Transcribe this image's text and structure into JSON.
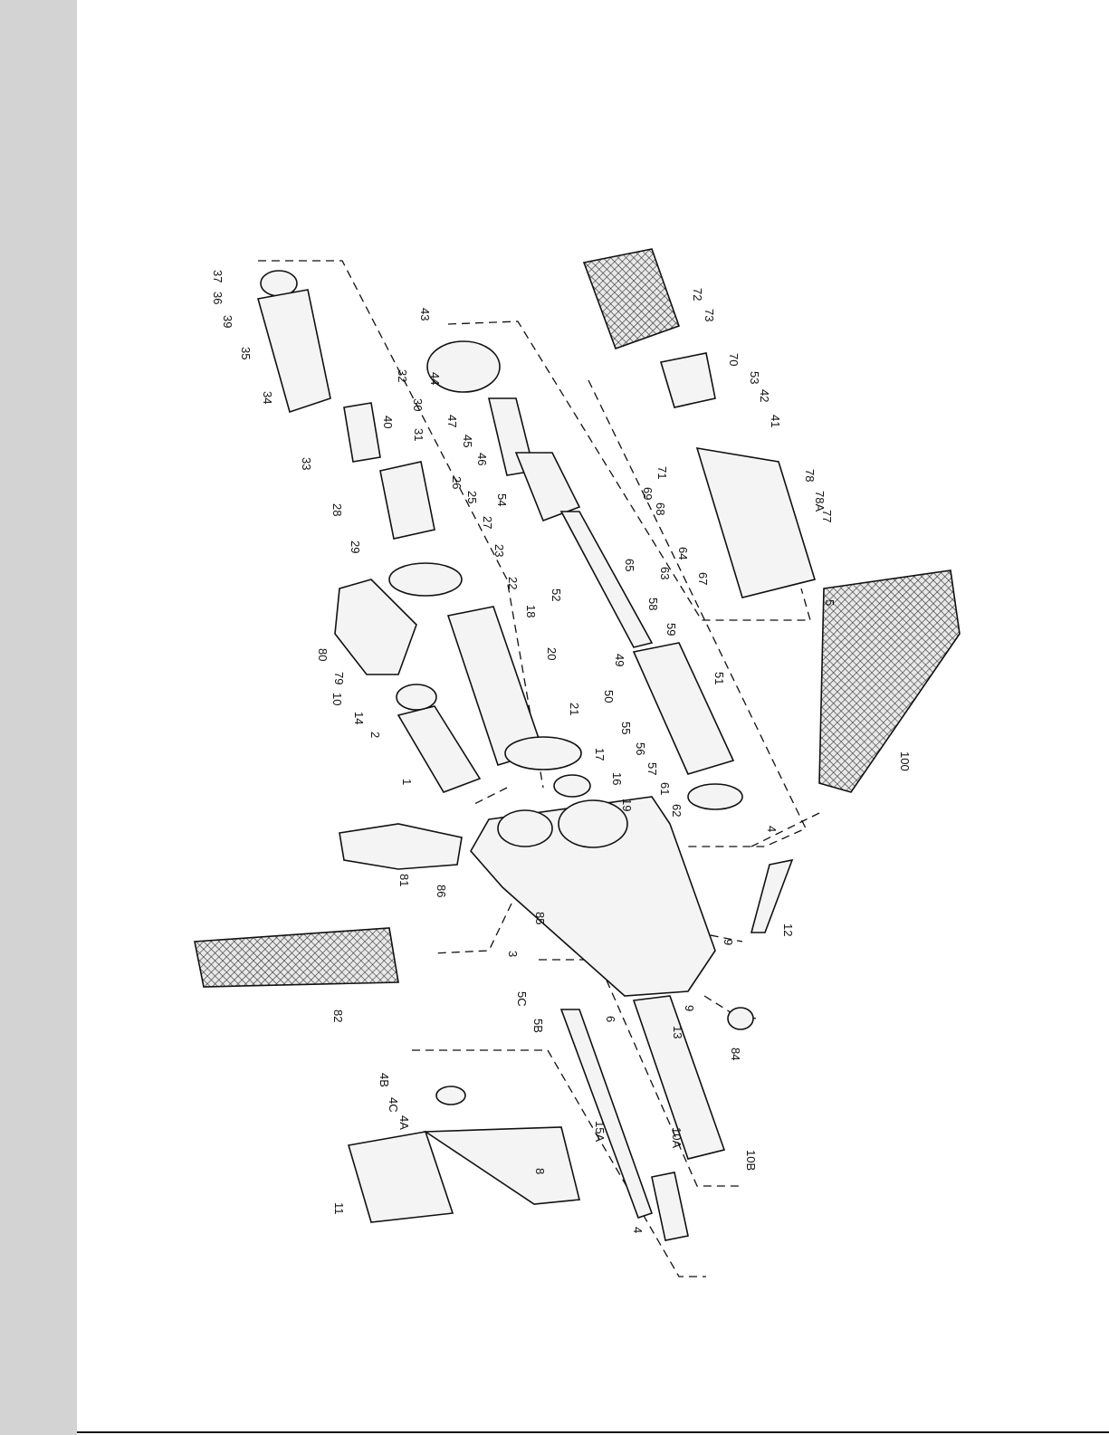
{
  "colors": {
    "gutter": "#d3d3d3",
    "ink": "#111111",
    "paper": "#ffffff"
  },
  "callouts": [
    {
      "id": "p37",
      "text": "37"
    },
    {
      "id": "p36",
      "text": "36"
    },
    {
      "id": "p39",
      "text": "39"
    },
    {
      "id": "p35",
      "text": "35"
    },
    {
      "id": "p34",
      "text": "34"
    },
    {
      "id": "p32",
      "text": "32"
    },
    {
      "id": "p30",
      "text": "30"
    },
    {
      "id": "p40",
      "text": "40"
    },
    {
      "id": "p31",
      "text": "31"
    },
    {
      "id": "p33",
      "text": "33"
    },
    {
      "id": "p43",
      "text": "43"
    },
    {
      "id": "p44",
      "text": "44"
    },
    {
      "id": "p47",
      "text": "47"
    },
    {
      "id": "p45",
      "text": "45"
    },
    {
      "id": "p46",
      "text": "46"
    },
    {
      "id": "p26",
      "text": "26"
    },
    {
      "id": "p25",
      "text": "25"
    },
    {
      "id": "p27",
      "text": "27"
    },
    {
      "id": "p28",
      "text": "28"
    },
    {
      "id": "p29",
      "text": "29"
    },
    {
      "id": "p23",
      "text": "23"
    },
    {
      "id": "p22",
      "text": "22"
    },
    {
      "id": "p54",
      "text": "54"
    },
    {
      "id": "p18",
      "text": "18"
    },
    {
      "id": "p52",
      "text": "52"
    },
    {
      "id": "p20",
      "text": "20"
    },
    {
      "id": "p80",
      "text": "80"
    },
    {
      "id": "p79",
      "text": "79"
    },
    {
      "id": "p10",
      "text": "10"
    },
    {
      "id": "p14",
      "text": "14"
    },
    {
      "id": "p2",
      "text": "2"
    },
    {
      "id": "p1",
      "text": "1"
    },
    {
      "id": "p21",
      "text": "21"
    },
    {
      "id": "p17",
      "text": "17"
    },
    {
      "id": "p16",
      "text": "16"
    },
    {
      "id": "p19",
      "text": "19"
    },
    {
      "id": "p72",
      "text": "72"
    },
    {
      "id": "p73",
      "text": "73"
    },
    {
      "id": "p70",
      "text": "70"
    },
    {
      "id": "p53",
      "text": "53"
    },
    {
      "id": "p42",
      "text": "42"
    },
    {
      "id": "p41",
      "text": "41"
    },
    {
      "id": "p71",
      "text": "71"
    },
    {
      "id": "p69",
      "text": "69"
    },
    {
      "id": "p68",
      "text": "68"
    },
    {
      "id": "p65",
      "text": "65"
    },
    {
      "id": "p63",
      "text": "63"
    },
    {
      "id": "p64",
      "text": "64"
    },
    {
      "id": "p67",
      "text": "67"
    },
    {
      "id": "p78",
      "text": "78"
    },
    {
      "id": "p78A",
      "text": "78A"
    },
    {
      "id": "p77",
      "text": "77"
    },
    {
      "id": "p5",
      "text": "5"
    },
    {
      "id": "p58",
      "text": "58"
    },
    {
      "id": "p59",
      "text": "59"
    },
    {
      "id": "p49",
      "text": "49"
    },
    {
      "id": "p51",
      "text": "51"
    },
    {
      "id": "p50",
      "text": "50"
    },
    {
      "id": "p55",
      "text": "55"
    },
    {
      "id": "p56",
      "text": "56"
    },
    {
      "id": "p57",
      "text": "57"
    },
    {
      "id": "p61",
      "text": "61"
    },
    {
      "id": "p62",
      "text": "62"
    },
    {
      "id": "p4a",
      "text": "4"
    },
    {
      "id": "p100",
      "text": "100"
    },
    {
      "id": "p81",
      "text": "81"
    },
    {
      "id": "p86",
      "text": "86"
    },
    {
      "id": "p85",
      "text": "85"
    },
    {
      "id": "p3",
      "text": "3"
    },
    {
      "id": "p82",
      "text": "82"
    },
    {
      "id": "p12",
      "text": "12"
    },
    {
      "id": "p9a",
      "text": "9"
    },
    {
      "id": "p9b",
      "text": "9"
    },
    {
      "id": "p5C",
      "text": "5C"
    },
    {
      "id": "p5B",
      "text": "5B"
    },
    {
      "id": "p6",
      "text": "6"
    },
    {
      "id": "p13",
      "text": "13"
    },
    {
      "id": "p84",
      "text": "84"
    },
    {
      "id": "p4B",
      "text": "4B"
    },
    {
      "id": "p4C",
      "text": "4C"
    },
    {
      "id": "p4A",
      "text": "4A"
    },
    {
      "id": "p15A",
      "text": "15A"
    },
    {
      "id": "p10A",
      "text": "10A"
    },
    {
      "id": "p10B",
      "text": "10B"
    },
    {
      "id": "p8",
      "text": "8"
    },
    {
      "id": "p11",
      "text": "11"
    },
    {
      "id": "p4b",
      "text": "4"
    }
  ]
}
